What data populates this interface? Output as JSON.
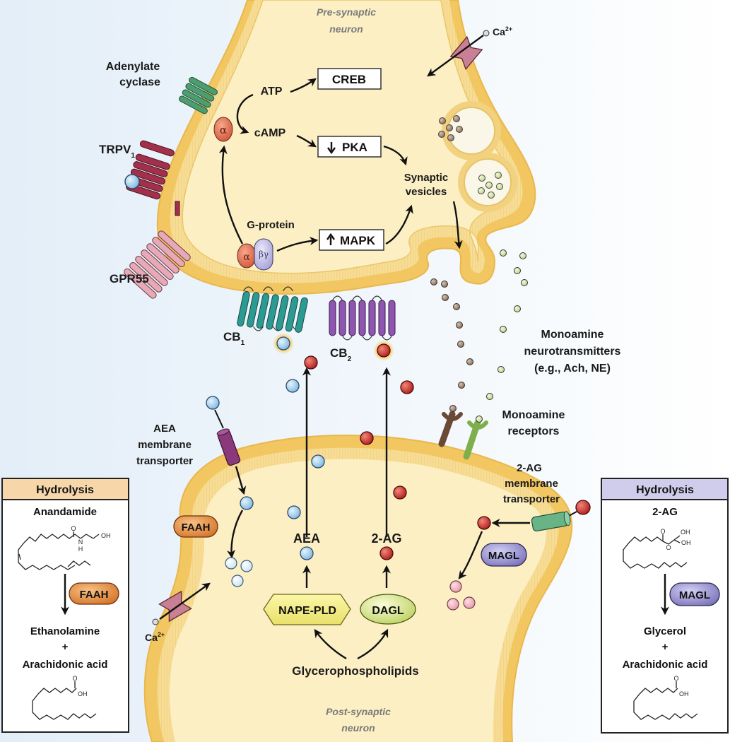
{
  "neurons": {
    "pre": {
      "line1": "Pre-synaptic",
      "line2": "neuron"
    },
    "post": {
      "line1": "Post-synaptic",
      "line2": "neuron"
    }
  },
  "receptors": {
    "adenylate_cyclase": {
      "line1": "Adenylate",
      "line2": "cyclase"
    },
    "trpv1": {
      "base": "TRPV",
      "sub": "1"
    },
    "gpr55": "GPR55",
    "cb1": {
      "base": "CB",
      "sub": "1"
    },
    "cb2": {
      "base": "CB",
      "sub": "2"
    }
  },
  "signaling": {
    "alpha": "α",
    "beta_gamma": "βγ",
    "g_protein": "G-protein",
    "atp": "ATP",
    "camp": "cAMP",
    "creb": "CREB",
    "pka": "PKA",
    "pka_direction": "down",
    "mapk": "MAPK",
    "mapk_direction": "up",
    "synaptic_vesicles": {
      "line1": "Synaptic",
      "line2": "vesicles"
    }
  },
  "ions": {
    "calcium": {
      "base": "Ca",
      "sup": "2+"
    }
  },
  "monoamine": {
    "neurotransmitters": {
      "line1": "Monoamine",
      "line2": "neurotransmitters",
      "line3": "(e.g., Ach, NE)"
    },
    "receptors": {
      "line1": "Monoamine",
      "line2": "receptors"
    }
  },
  "transporters": {
    "aea": {
      "line1": "AEA",
      "line2": "membrane",
      "line3": "transporter"
    },
    "two_ag": {
      "line1": "2-AG",
      "line2": "membrane",
      "line3": "transporter"
    }
  },
  "synthesis": {
    "aea": "AEA",
    "two_ag": "2-AG",
    "nape_pld": "NAPE-PLD",
    "dagl": "DAGL",
    "precursor": "Glycerophospholipids"
  },
  "enzymes": {
    "faah": "FAAH",
    "magl": "MAGL"
  },
  "hydrolysis_left": {
    "header": "Hydrolysis",
    "substrate": "Anandamide",
    "enzyme": "FAAH",
    "product1": "Ethanolamine",
    "plus": "+",
    "product2": "Arachidonic acid",
    "chem_labels": {
      "o": "O",
      "n": "N",
      "h": "H",
      "oh": "OH",
      "oh2": "OH"
    }
  },
  "hydrolysis_right": {
    "header": "Hydrolysis",
    "substrate": "2-AG",
    "enzyme": "MAGL",
    "product1": "Glycerol",
    "plus": "+",
    "product2": "Arachidonic acid",
    "chem_labels": {
      "o": "O",
      "o_ester": "O",
      "oh_a": "OH",
      "oh_b": "OH",
      "oh2": "OH"
    }
  },
  "colors": {
    "cytoplasm": "#fcefc4",
    "membrane": "#f2cf7a",
    "cleft": "#eaf3fb",
    "aea_ligand": "#9fcdeb",
    "two_ag_ligand": "#c8302c",
    "faah": "#e08a3c",
    "magl": "#8b86c6",
    "cb1": "#2a9a92",
    "cb2": "#8e56b0",
    "adenylate_cyclase": "#4c9e6e",
    "trpv1": "#a3304a",
    "gpr55": "#e7a9b8",
    "left_header": "#f7d6aa",
    "right_header": "#cfcdeb"
  }
}
